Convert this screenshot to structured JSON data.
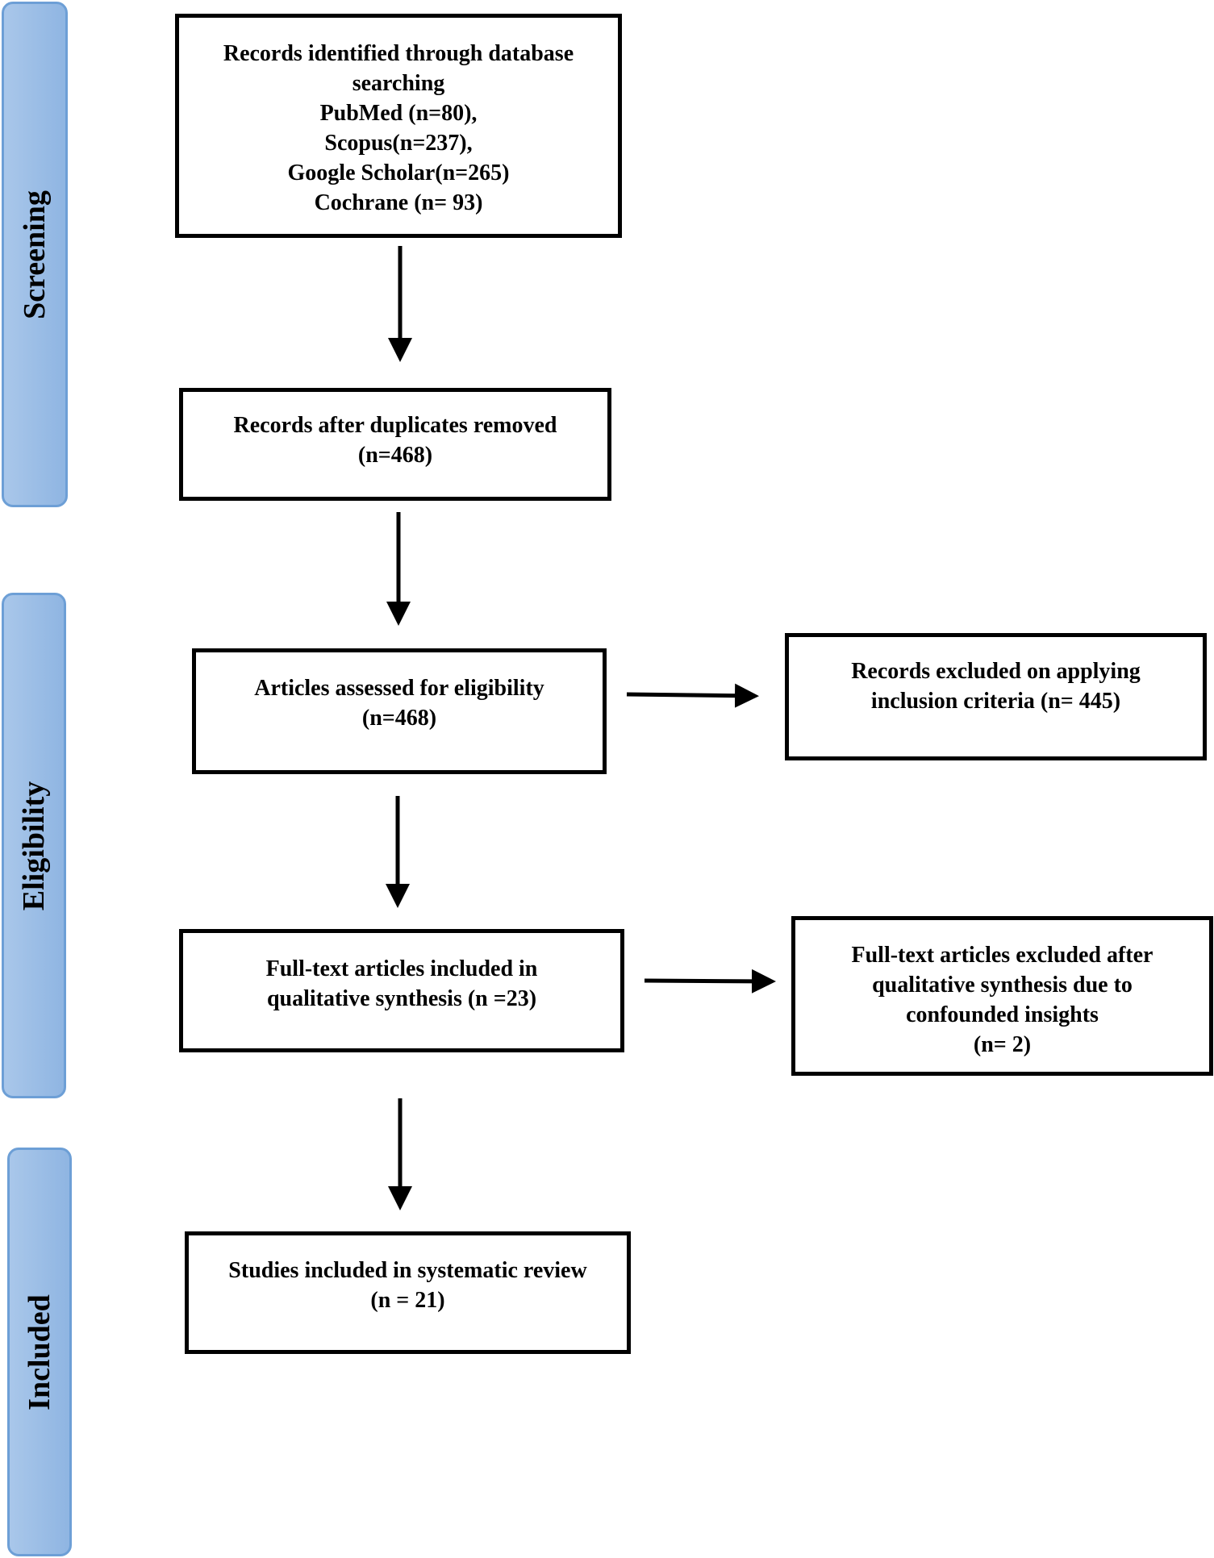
{
  "phases": {
    "screening": "Screening",
    "eligibility": "Eligibility",
    "included": "Included"
  },
  "boxes": {
    "identified": {
      "lines": [
        "Records identified through database",
        "searching",
        "PubMed (n=80),",
        "Scopus(n=237),",
        "Google Scholar(n=265)",
        "Cochrane (n= 93)"
      ]
    },
    "duplicates_removed": {
      "lines": [
        "Records after duplicates removed",
        "(n=468)"
      ]
    },
    "assessed": {
      "lines": [
        "Articles assessed for eligibility",
        "(n=468)"
      ]
    },
    "excluded_criteria": {
      "lines": [
        "Records excluded on applying",
        "inclusion criteria (n= 445)"
      ]
    },
    "qualitative": {
      "lines": [
        "Full-text articles included in",
        "qualitative synthesis (n =23)"
      ]
    },
    "excluded_confounded": {
      "lines": [
        "Full-text articles excluded after",
        "qualitative synthesis due to",
        "confounded insights",
        "(n= 2)"
      ]
    },
    "included_review": {
      "lines": [
        "Studies included in systematic review",
        "(n = 21)"
      ]
    }
  },
  "colors": {
    "phase_fill": "#a9c7ea",
    "phase_border": "#6d9fd6",
    "box_border": "#000000"
  }
}
